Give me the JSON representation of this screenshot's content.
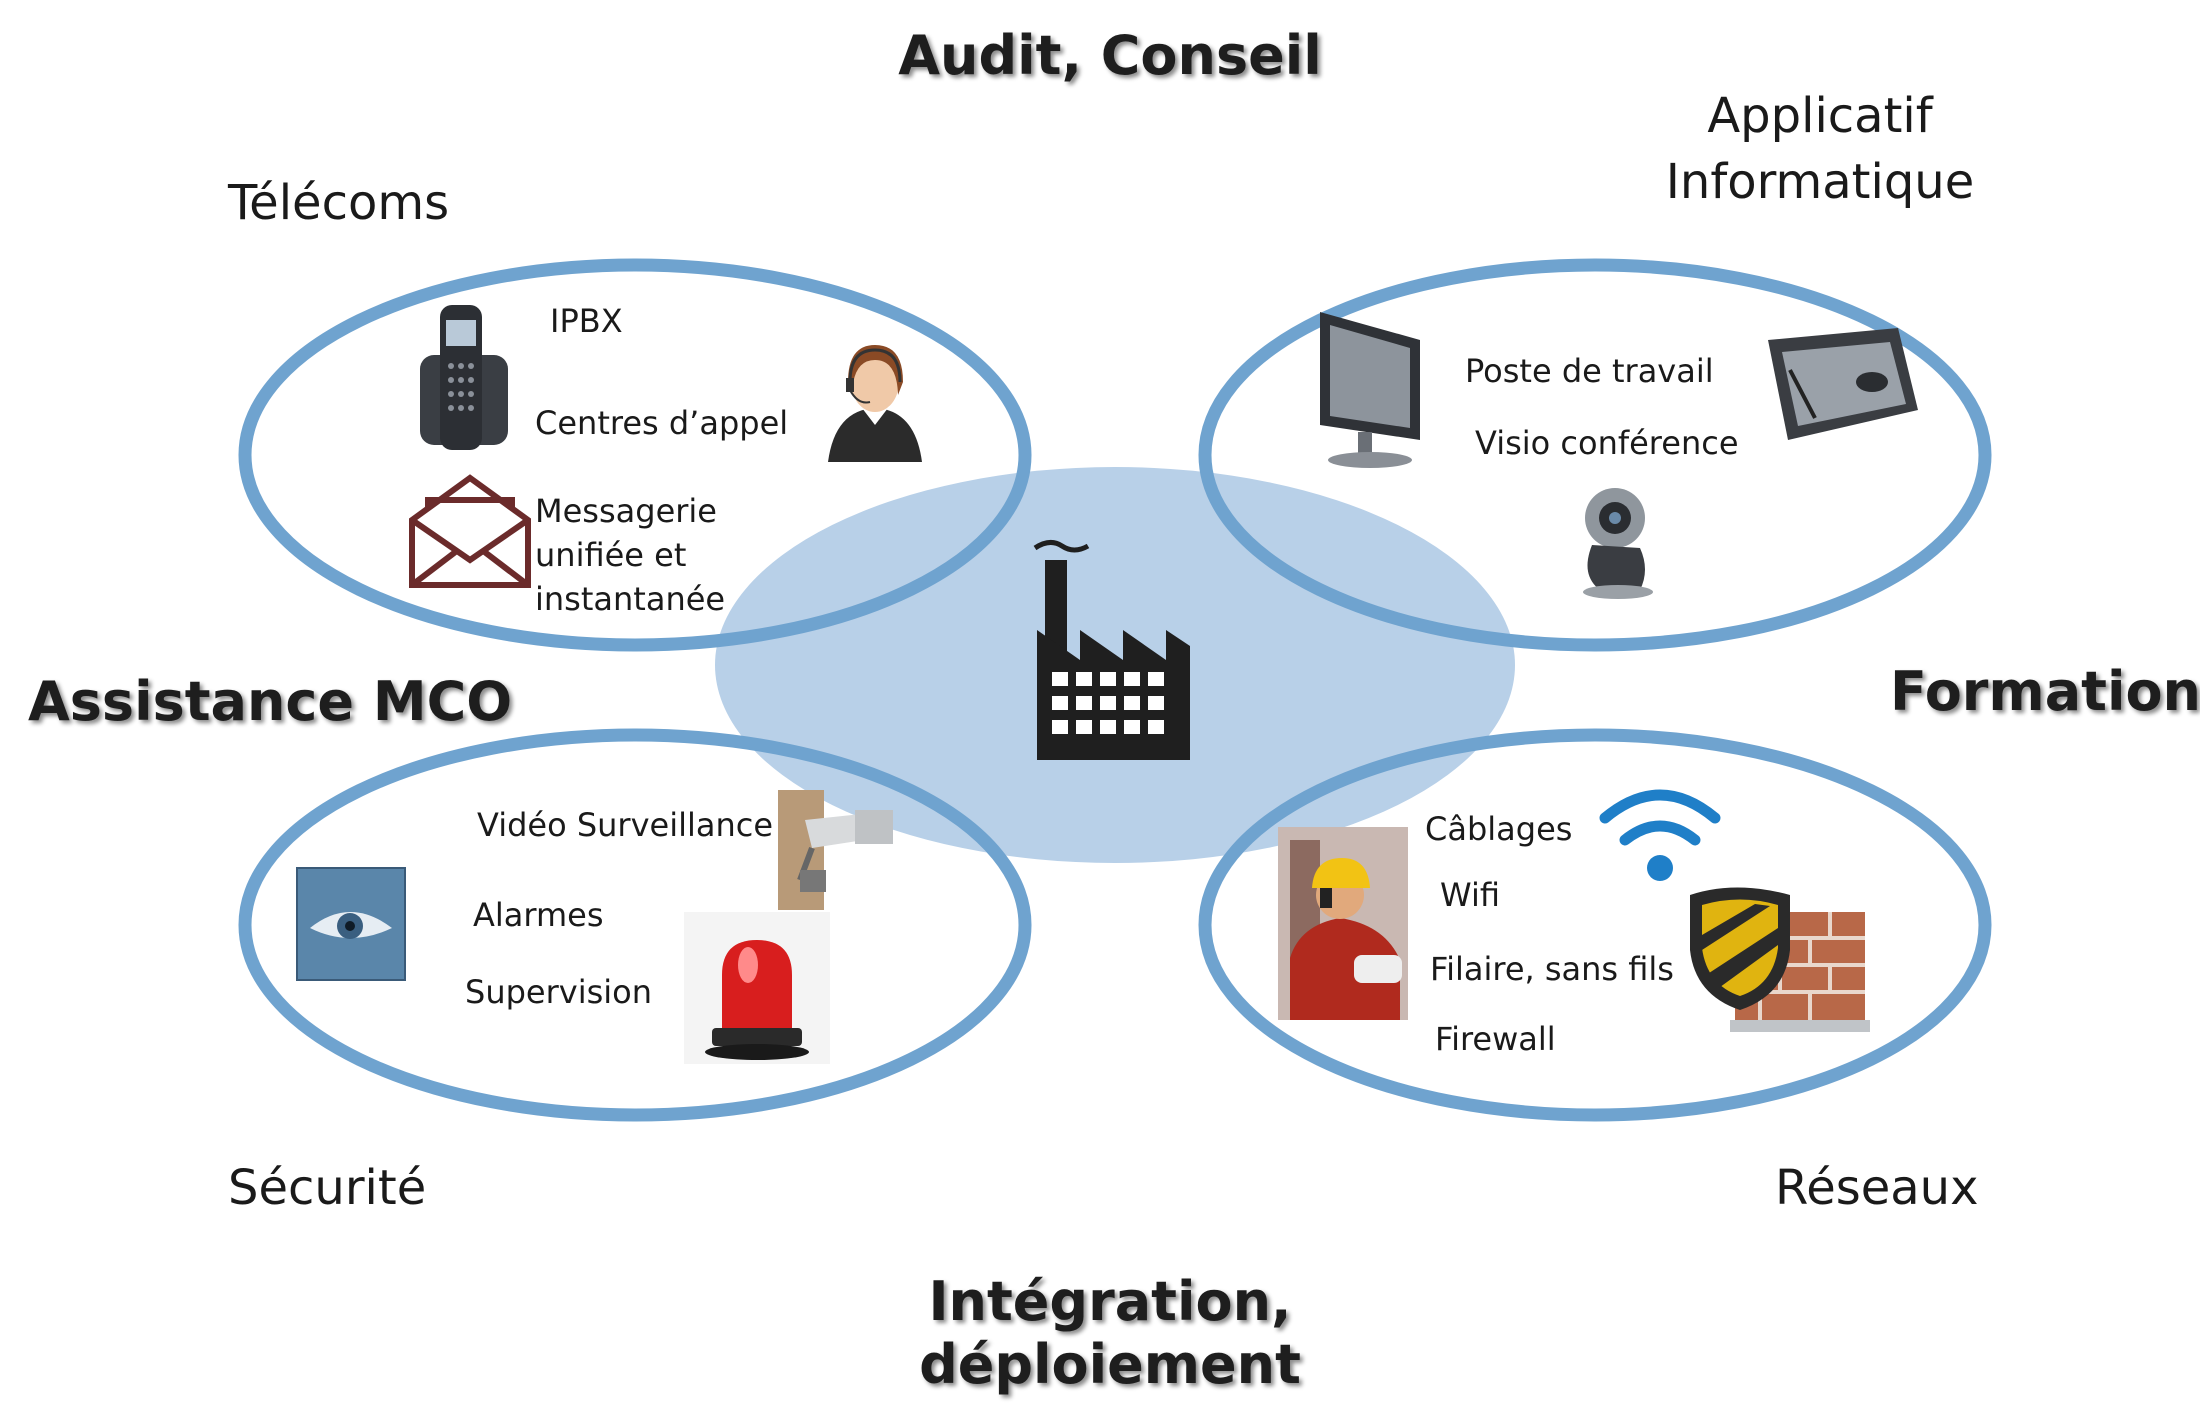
{
  "services": {
    "top": "Audit, Conseil",
    "left": "Assistance MCO",
    "right": "Formation",
    "bottom_line1": "Intégration,",
    "bottom_line2": "déploiement"
  },
  "domains": {
    "telecoms": {
      "title": "Télécoms",
      "items": [
        "IPBX",
        "Centres d’appel",
        "Messagerie",
        "unifiée et",
        "instantanée"
      ]
    },
    "applicatif": {
      "title_line1": "Applicatif",
      "title_line2": "Informatique",
      "items": [
        "Poste de travail",
        "Visio conférence"
      ]
    },
    "securite": {
      "title": "Sécurité",
      "items": [
        "Vidéo Surveillance",
        "Alarmes",
        "Supervision"
      ]
    },
    "reseaux": {
      "title": "Réseaux",
      "items": [
        "Câblages",
        "Wifi",
        "Filaire, sans fils",
        "Firewall"
      ]
    }
  },
  "colors": {
    "ring": "#6fa3cf",
    "center_fill": "#b8d0e8",
    "factory": "#1f1f1f",
    "text": "#1a1a1a"
  },
  "icons": [
    "cordless-phone-icon",
    "headset-operator-icon",
    "envelope-icon",
    "monitor-icon",
    "graphics-tablet-icon",
    "webcam-icon",
    "cctv-camera-icon",
    "eye-icon",
    "alarm-beacon-icon",
    "worker-icon",
    "wifi-icon",
    "shield-icon",
    "brick-firewall-icon",
    "factory-icon"
  ]
}
